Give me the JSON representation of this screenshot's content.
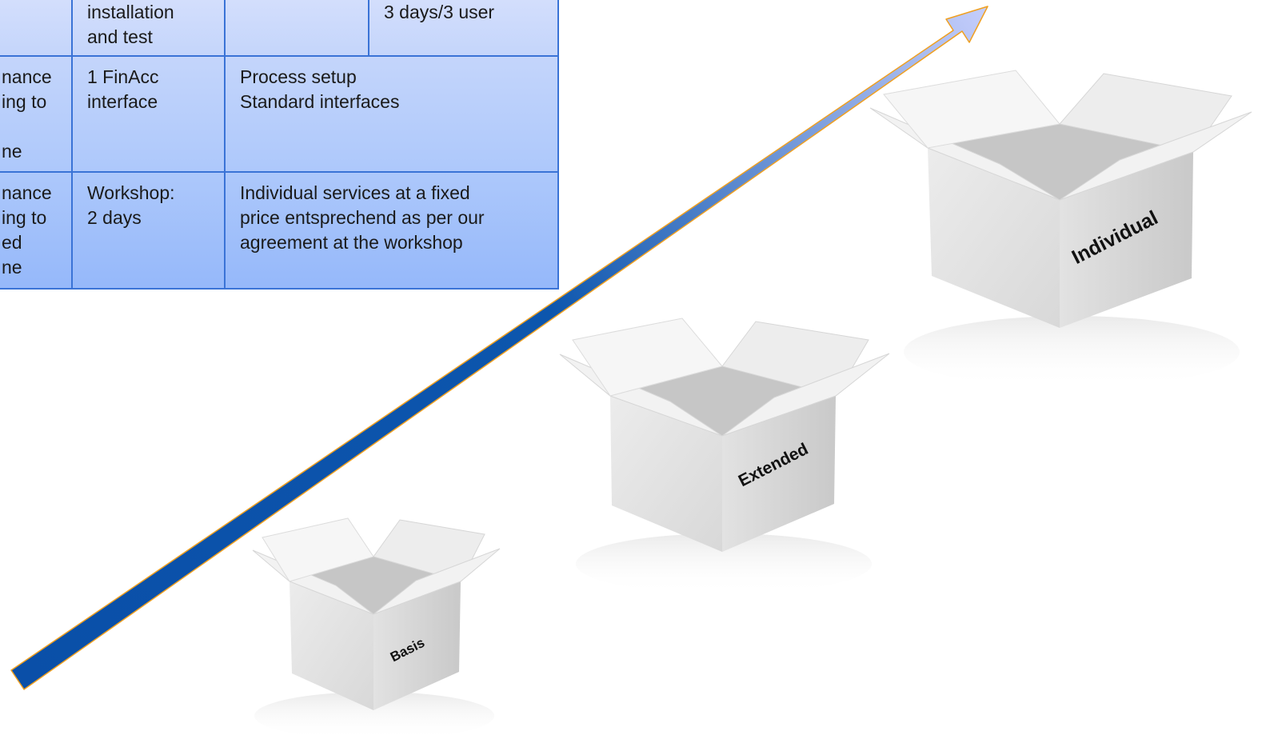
{
  "table": {
    "rows": [
      {
        "col1": "",
        "col2": "installation\nand test",
        "col3": "",
        "col4": "3 days/3 user"
      },
      {
        "col1": "nance\ning to\n\nne",
        "col2": "1 FinAcc\ninterface",
        "col3": "Process setup\nStandard interfaces"
      },
      {
        "col1": "nance\ning to\ned\nne",
        "col2": "Workshop:\n2 days",
        "col3": "Individual services at a fixed\nprice entsprechend  as per our\nagreement at the workshop"
      }
    ]
  },
  "boxes": {
    "basis": "Basis",
    "extended": "Extended",
    "individual": "Individual"
  },
  "colors": {
    "table_top": "#cfdcfb",
    "table_bottom": "#9ebdfa",
    "table_border": "#3a73d6",
    "arrow_dark": "#0a4fa8",
    "arrow_light": "#c4cdfb",
    "arrow_outline": "#f0a020"
  }
}
